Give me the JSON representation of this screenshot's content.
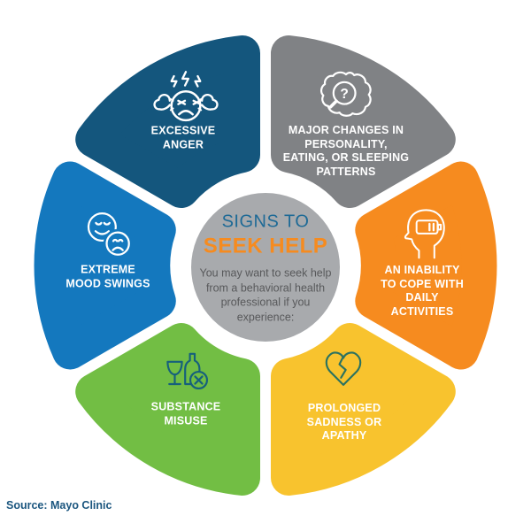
{
  "infographic": {
    "center": {
      "title_line1": "SIGNS TO",
      "title_line2": "SEEK HELP",
      "description": "You may want to seek help\nfrom a behavioral health\nprofessional if you\nexperience:"
    },
    "segments": [
      {
        "id": "excessive-anger",
        "label": "EXCESSIVE\nANGER",
        "icon": "angry-face-icon",
        "color": "#14567D",
        "icon_color": "#FFFFFF"
      },
      {
        "id": "major-changes",
        "label": "MAJOR CHANGES IN\nPERSONALITY,\nEATING, OR SLEEPING\nPATTERNS",
        "icon": "brain-magnifier-icon",
        "icon_glyph": "?",
        "color": "#808285",
        "icon_color": "#FFFFFF"
      },
      {
        "id": "inability-to-cope",
        "label": "AN INABILITY\nTO COPE WITH\nDAILY\nACTIVITIES",
        "icon": "head-low-battery-icon",
        "color": "#F68B1F",
        "icon_color": "#FFFFFF"
      },
      {
        "id": "prolonged-sadness",
        "label": "PROLONGED\nSADNESS OR\nAPATHY",
        "icon": "broken-heart-icon",
        "color": "#F8C32E",
        "icon_color": "#2B7260"
      },
      {
        "id": "substance-misuse",
        "label": "SUBSTANCE\nMISUSE",
        "icon": "alcohol-warning-icon",
        "color": "#72BE44",
        "icon_color": "#16607C"
      },
      {
        "id": "extreme-mood-swings",
        "label": "EXTREME\nMOOD SWINGS",
        "icon": "mood-faces-icon",
        "color": "#1478BE",
        "icon_color": "#FFFFFF"
      }
    ],
    "source": "Source: Mayo Clinic",
    "colors": {
      "background": "#FFFFFF",
      "center_circle": "#A8AAAD",
      "center_title": "#1E6A96",
      "center_subtitle": "#F68B1F",
      "center_description": "#58595B",
      "source_text": "#1B567F"
    }
  }
}
